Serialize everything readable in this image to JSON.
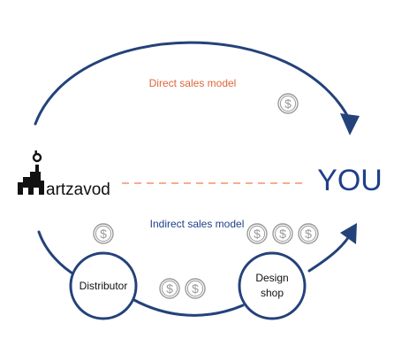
{
  "diagram": {
    "direct_label": "Direct sales model",
    "indirect_label": "Indirect sales model",
    "logo_text": "artzavod",
    "you_label": "YOU",
    "distributor_label": "Distributor",
    "design_shop_label_line1": "Design",
    "design_shop_label_line2": "shop",
    "coin_symbol": "$"
  },
  "colors": {
    "arrow": "#24427a",
    "direct_label": "#e0653a",
    "indirect_label": "#1f3f8a",
    "dashed_line": "#f0936b",
    "you": "#1f3f8a",
    "coin": "#9a9a9a",
    "logo": "#111111"
  },
  "coins": {
    "direct_count": 1,
    "indirect_left_count": 1,
    "bottom_count": 2,
    "design_shop_count": 3
  }
}
